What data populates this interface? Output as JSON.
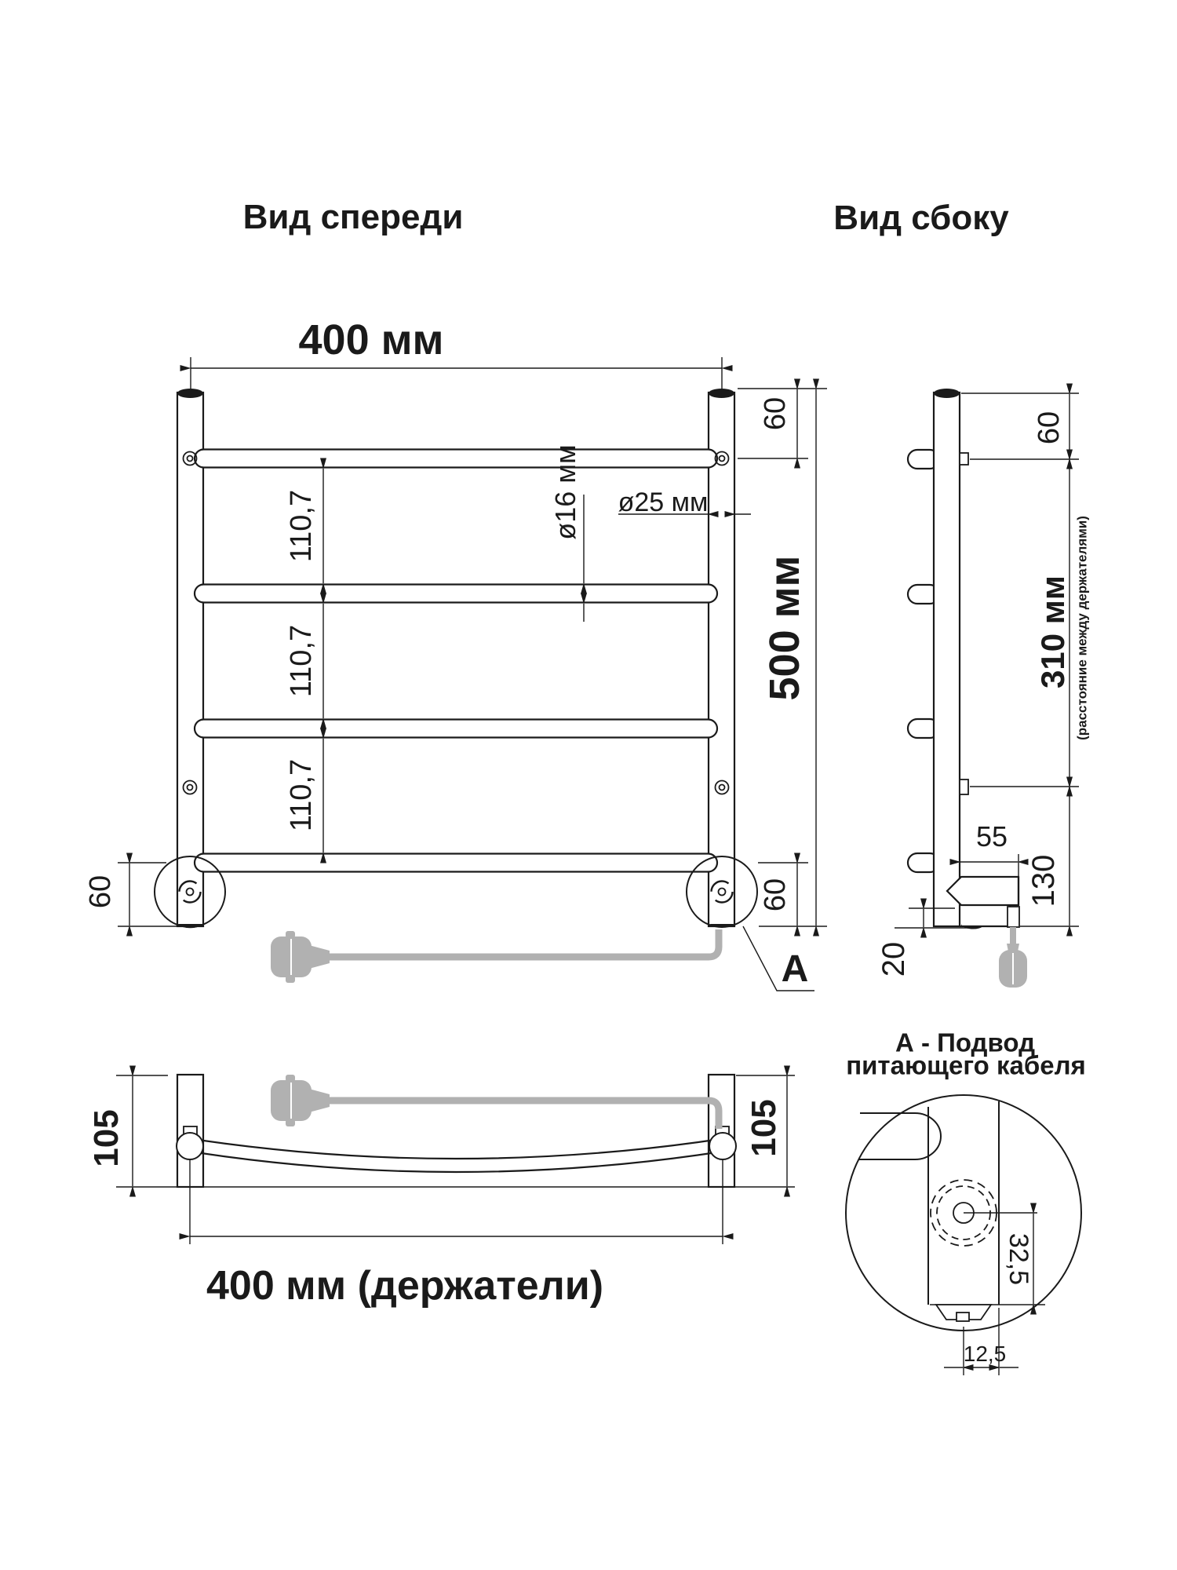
{
  "titles": {
    "front_view": "Вид спереди",
    "side_view": "Вид сбоку"
  },
  "front": {
    "width": "400 мм",
    "height": "500 мм",
    "top_gap": "60",
    "spacings": [
      "110,7",
      "110,7",
      "110,7"
    ],
    "rung_diameter": "ø16 мм",
    "post_diameter": "ø25 мм",
    "bottom_left_gap": "60",
    "bottom_right_gap": "60",
    "detail_ref": "А"
  },
  "side": {
    "top_gap": "60",
    "holders_span": "310 мм",
    "holders_note": "(расстояние между держателями)",
    "depth": "55",
    "bottom_section": "130",
    "foot": "20"
  },
  "top_view": {
    "depth_left": "105",
    "depth_right": "105",
    "holders_width": "400 мм (держатели)"
  },
  "detail_a": {
    "title_line1": "А - Подвод",
    "title_line2": "питающего кабеля",
    "vertical_offset": "32,5",
    "horizontal_offset": "12,5"
  },
  "colors": {
    "line": "#1a1a1a",
    "cable": "#b1b1b1"
  }
}
